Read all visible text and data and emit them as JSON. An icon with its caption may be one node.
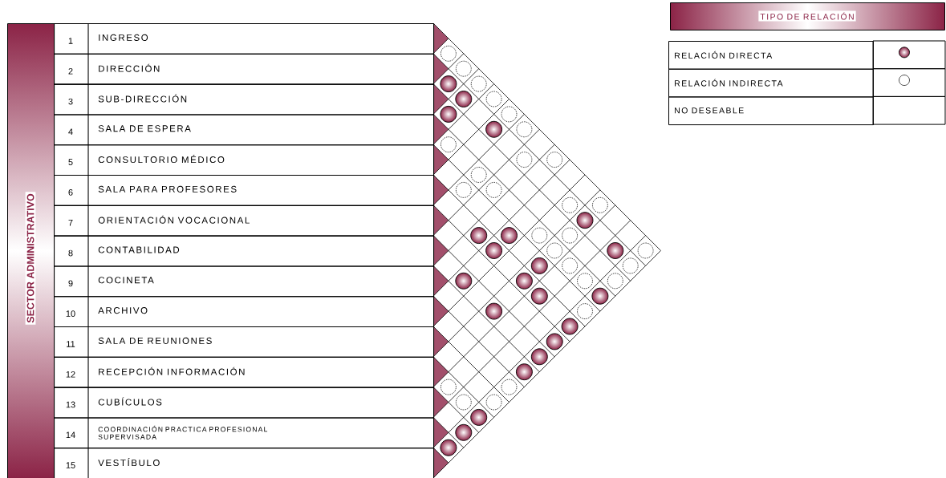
{
  "diagram": {
    "nodes": [
      {
        "text": [
          "SECTOR ADMINISTRATIVO"
        ]
      },
      {
        "text": [
          "1",
          "INGRESO"
        ]
      },
      {
        "text": [
          "2",
          "DIRECCIÓN"
        ]
      },
      {
        "text": [
          "3",
          "SUB-DIRECCIÓN"
        ]
      },
      {
        "text": [
          "4",
          "SALA DE ESPERA"
        ]
      },
      {
        "text": [
          "5",
          "CONSULTORIO MÉDICO"
        ]
      },
      {
        "text": [
          "6",
          "SALA PARA PROFESORES"
        ]
      },
      {
        "text": [
          "7",
          "ORIENTACIÓN VOCACIONAL"
        ]
      },
      {
        "text": [
          "8",
          "CONTABILIDAD"
        ]
      },
      {
        "text": [
          "9",
          "COCINETA"
        ]
      },
      {
        "text": [
          "10",
          "ARCHIVO"
        ]
      },
      {
        "text": [
          "11",
          "SALA DE REUNIONES"
        ]
      },
      {
        "text": [
          "12",
          "RECEPCIÓN INFORMACIÓN"
        ]
      },
      {
        "text": [
          "13",
          "CUBÍCULOS"
        ]
      },
      {
        "text": [
          "14",
          "COORDINACIÓN PRACTICA PROFESIONAL SUPERVISADA"
        ]
      },
      {
        "text": [
          "15",
          "VESTÍBULO"
        ]
      },
      {
        "text": [],
        "shape": "circle"
      },
      {
        "text": [],
        "shape": "circle"
      },
      {
        "text": [],
        "shape": "disc"
      },
      {
        "text": [],
        "shape": "circle"
      },
      {
        "text": [],
        "shape": "disc"
      },
      {
        "text": [],
        "shape": "circle"
      },
      {
        "text": [],
        "shape": "disc"
      },
      {
        "text": [],
        "shape": "circle"
      },
      {
        "text": [],
        "shape": "disc"
      },
      {
        "text": [],
        "shape": "circle"
      },
      {
        "text": [],
        "shape": "circle"
      },
      {
        "text": [],
        "shape": "circle"
      },
      {
        "text": [],
        "shape": "circle"
      },
      {
        "text": [],
        "shape": "circle"
      },
      {
        "text": [],
        "shape": "circle"
      },
      {
        "text": [],
        "shape": "circle"
      },
      {
        "text": [],
        "shape": "circle"
      },
      {
        "text": [],
        "shape": "circle"
      },
      {
        "text": [],
        "shape": "disc"
      },
      {
        "text": [],
        "shape": "disc"
      },
      {
        "text": [],
        "shape": "disc"
      },
      {
        "text": [],
        "shape": "circle"
      },
      {
        "text": [],
        "shape": "circle"
      },
      {
        "text": [],
        "shape": "disc"
      },
      {
        "text": [],
        "shape": "circle"
      },
      {
        "text": [],
        "shape": "disc"
      },
      {
        "text": [],
        "shape": "circle"
      },
      {
        "text": [],
        "shape": "disc"
      },
      {
        "text": [],
        "shape": "circle"
      },
      {
        "text": [],
        "shape": "circle"
      },
      {
        "text": [],
        "shape": "disc"
      },
      {
        "text": [],
        "shape": "disc"
      },
      {
        "text": [],
        "shape": "circle"
      },
      {
        "text": [],
        "shape": "circle"
      },
      {
        "text": [],
        "shape": "disc"
      },
      {
        "text": [],
        "shape": "disc"
      },
      {
        "text": [],
        "shape": "disc"
      },
      {
        "text": [],
        "shape": "circle"
      },
      {
        "text": [],
        "shape": "disc"
      },
      {
        "text": [],
        "shape": "disc"
      },
      {
        "text": [],
        "shape": "disc"
      },
      {
        "text": [],
        "shape": "disc"
      },
      {
        "text": [],
        "shape": "circle"
      },
      {
        "text": [],
        "shape": "circle"
      },
      {
        "text": [],
        "shape": "circle"
      },
      {
        "text": [],
        "shape": "circle"
      },
      {
        "text": [],
        "shape": "disc"
      },
      {
        "text": [],
        "shape": "disc"
      },
      {
        "text": [],
        "shape": "disc"
      }
    ],
    "labels": [
      "TIPO DE RELACIÓN"
    ],
    "legend": [
      {
        "text": "RELACIÓN DIRECTA"
      },
      {
        "text": "RELACIÓN INDIRECTA"
      },
      {
        "text": "NO DESEABLE"
      }
    ]
  }
}
